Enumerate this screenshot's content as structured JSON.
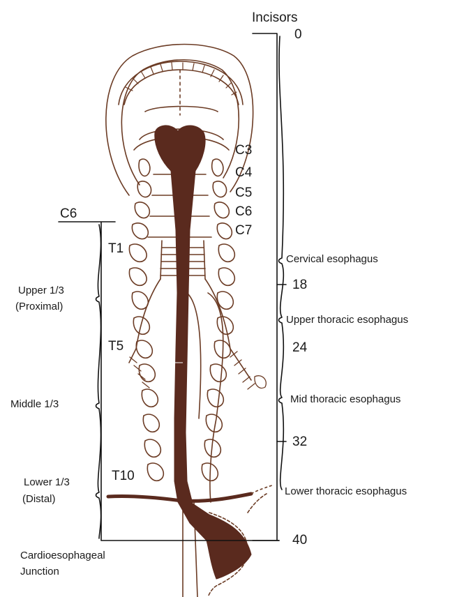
{
  "colors": {
    "anatomy_outline": "#6b3b24",
    "esophagus_fill": "#5a2a1e",
    "line": "#111111",
    "background": "#ffffff"
  },
  "top": {
    "incisors": "Incisors",
    "zero": "0"
  },
  "vertebrae": {
    "c3": "C3",
    "c4": "C4",
    "c5": "C5",
    "c6": "C6",
    "c7": "C7",
    "t1": "T1",
    "t5": "T5",
    "t10": "T10",
    "c6_left": "C6"
  },
  "left_scale": {
    "upper_line1": "Upper 1/3",
    "upper_line2": "(Proximal)",
    "middle": "Middle 1/3",
    "lower_line1": "Lower 1/3",
    "lower_line2": "(Distal)",
    "cej_line1": "Cardioesophageal",
    "cej_line2": "Junction"
  },
  "right_scale": {
    "cervical": "Cervical esophagus",
    "mark_18": "18",
    "upper_thoracic": "Upper thoracic esophagus",
    "mark_24": "24",
    "mid_thoracic": "Mid thoracic esophagus",
    "mark_32": "32",
    "lower_thoracic": "Lower thoracic esophagus",
    "mark_40": "40"
  }
}
